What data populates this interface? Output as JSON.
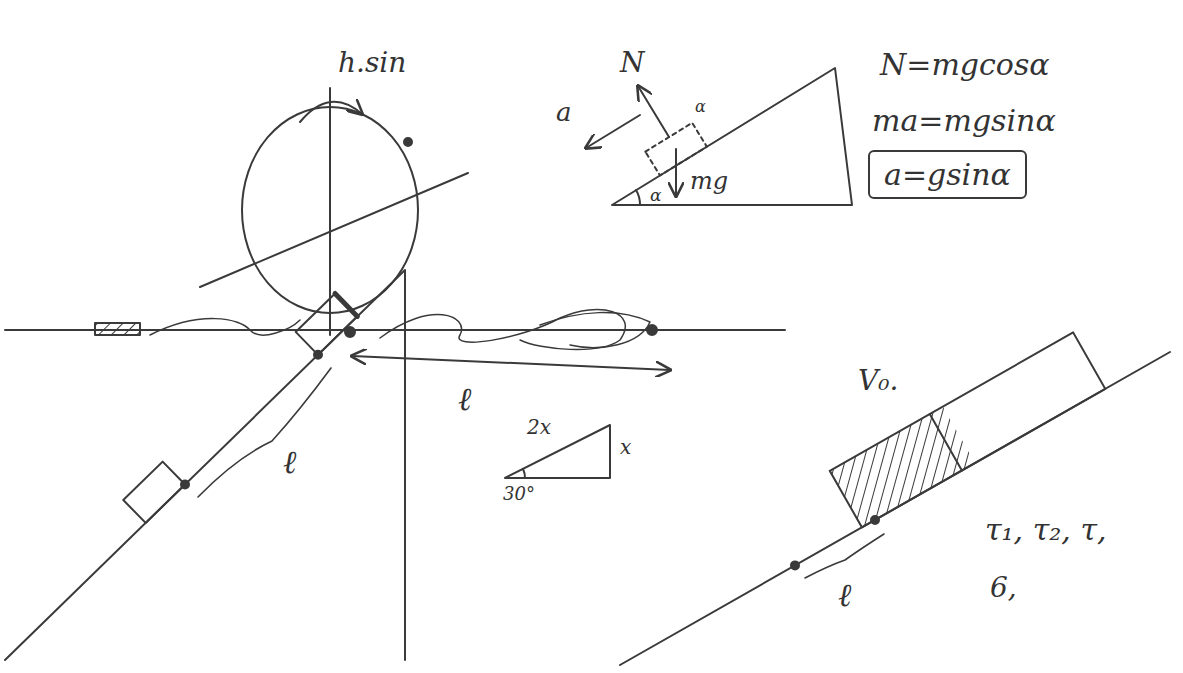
{
  "diagram": {
    "nodes": [
      {
        "text": [
          "a=gsinα"
        ]
      }
    ],
    "labels": [
      "h.sin",
      "N",
      "a",
      "α",
      "mg",
      "α",
      "N=mgcosα",
      "ma=mgsinα",
      "ℓ",
      "2x",
      "x",
      "30°",
      "ℓ",
      "V₀.",
      "ℓ",
      "τ₁, τ₂, τ,",
      "6,"
    ]
  }
}
